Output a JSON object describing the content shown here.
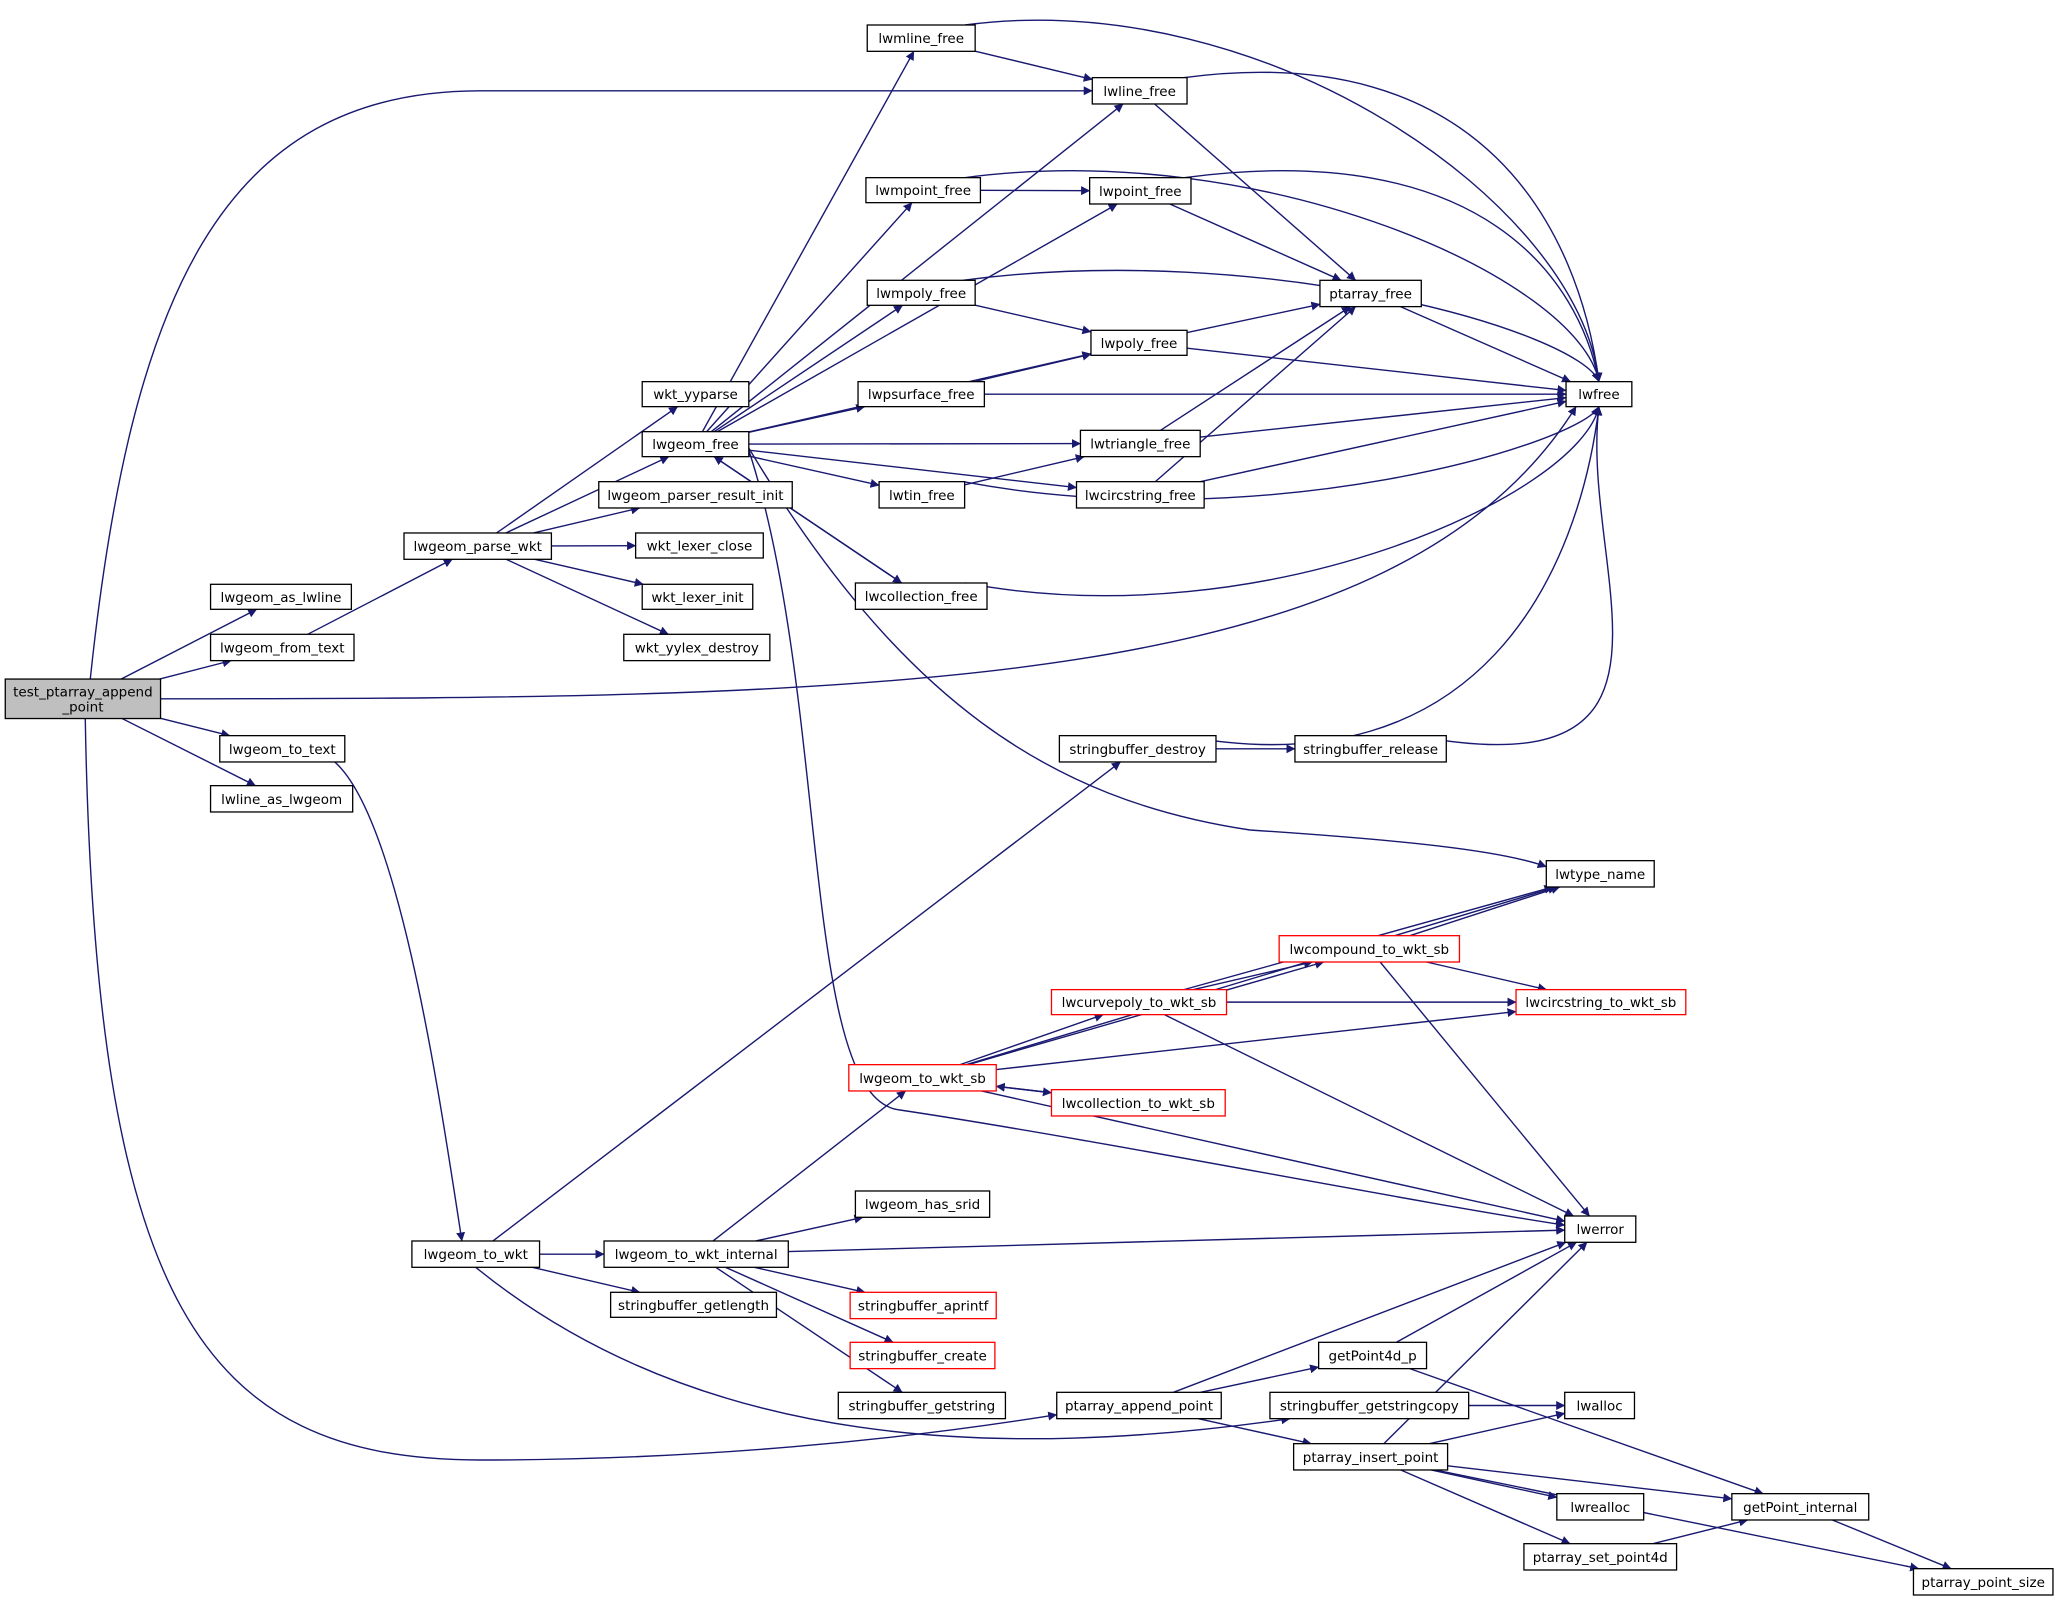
{
  "title": "Call graph for test_ptarray_append_point",
  "colors": {
    "edge": "#191970",
    "root_fill": "#bfbfbf",
    "node_border": "#000000",
    "external_border": "#ff0000"
  },
  "nodes": [
    {
      "id": "test_ptarray_append_point",
      "lines": [
        "test_ptarray_append",
        "_point"
      ],
      "kind": "root"
    },
    {
      "id": "lwgeom_as_lwline",
      "lines": [
        "lwgeom_as_lwline"
      ],
      "kind": "normal"
    },
    {
      "id": "lwgeom_from_text",
      "lines": [
        "lwgeom_from_text"
      ],
      "kind": "normal"
    },
    {
      "id": "lwgeom_to_text",
      "lines": [
        "lwgeom_to_text"
      ],
      "kind": "normal"
    },
    {
      "id": "lwline_as_lwgeom",
      "lines": [
        "lwline_as_lwgeom"
      ],
      "kind": "normal"
    },
    {
      "id": "lwgeom_parse_wkt",
      "lines": [
        "lwgeom_parse_wkt"
      ],
      "kind": "normal"
    },
    {
      "id": "wkt_yyparse",
      "lines": [
        "wkt_yyparse"
      ],
      "kind": "normal"
    },
    {
      "id": "lwgeom_free",
      "lines": [
        "lwgeom_free"
      ],
      "kind": "normal"
    },
    {
      "id": "lwgeom_parser_result_init",
      "lines": [
        "lwgeom_parser_result_init"
      ],
      "kind": "normal"
    },
    {
      "id": "wkt_lexer_close",
      "lines": [
        "wkt_lexer_close"
      ],
      "kind": "normal"
    },
    {
      "id": "wkt_lexer_init",
      "lines": [
        "wkt_lexer_init"
      ],
      "kind": "normal"
    },
    {
      "id": "wkt_yylex_destroy",
      "lines": [
        "wkt_yylex_destroy"
      ],
      "kind": "normal"
    },
    {
      "id": "lwmline_free",
      "lines": [
        "lwmline_free"
      ],
      "kind": "normal"
    },
    {
      "id": "lwline_free",
      "lines": [
        "lwline_free"
      ],
      "kind": "normal"
    },
    {
      "id": "lwmpoint_free",
      "lines": [
        "lwmpoint_free"
      ],
      "kind": "normal"
    },
    {
      "id": "lwpoint_free",
      "lines": [
        "lwpoint_free"
      ],
      "kind": "normal"
    },
    {
      "id": "lwmpoly_free",
      "lines": [
        "lwmpoly_free"
      ],
      "kind": "normal"
    },
    {
      "id": "lwpoly_free",
      "lines": [
        "lwpoly_free"
      ],
      "kind": "normal"
    },
    {
      "id": "lwpsurface_free",
      "lines": [
        "lwpsurface_free"
      ],
      "kind": "normal"
    },
    {
      "id": "lwtriangle_free",
      "lines": [
        "lwtriangle_free"
      ],
      "kind": "normal"
    },
    {
      "id": "lwtin_free",
      "lines": [
        "lwtin_free"
      ],
      "kind": "normal"
    },
    {
      "id": "lwcircstring_free",
      "lines": [
        "lwcircstring_free"
      ],
      "kind": "normal"
    },
    {
      "id": "lwcollection_free",
      "lines": [
        "lwcollection_free"
      ],
      "kind": "normal"
    },
    {
      "id": "ptarray_free",
      "lines": [
        "ptarray_free"
      ],
      "kind": "normal"
    },
    {
      "id": "lwfree",
      "lines": [
        "lwfree"
      ],
      "kind": "normal"
    },
    {
      "id": "stringbuffer_destroy",
      "lines": [
        "stringbuffer_destroy"
      ],
      "kind": "normal"
    },
    {
      "id": "stringbuffer_release",
      "lines": [
        "stringbuffer_release"
      ],
      "kind": "normal"
    },
    {
      "id": "lwtype_name",
      "lines": [
        "lwtype_name"
      ],
      "kind": "normal"
    },
    {
      "id": "lwcompound_to_wkt_sb",
      "lines": [
        "lwcompound_to_wkt_sb"
      ],
      "kind": "external"
    },
    {
      "id": "lwcurvepoly_to_wkt_sb",
      "lines": [
        "lwcurvepoly_to_wkt_sb"
      ],
      "kind": "external"
    },
    {
      "id": "lwcircstring_to_wkt_sb",
      "lines": [
        "lwcircstring_to_wkt_sb"
      ],
      "kind": "external"
    },
    {
      "id": "lwgeom_to_wkt_sb",
      "lines": [
        "lwgeom_to_wkt_sb"
      ],
      "kind": "external"
    },
    {
      "id": "lwcollection_to_wkt_sb",
      "lines": [
        "lwcollection_to_wkt_sb"
      ],
      "kind": "external"
    },
    {
      "id": "lwgeom_has_srid",
      "lines": [
        "lwgeom_has_srid"
      ],
      "kind": "normal"
    },
    {
      "id": "lwerror",
      "lines": [
        "lwerror"
      ],
      "kind": "normal"
    },
    {
      "id": "lwgeom_to_wkt",
      "lines": [
        "lwgeom_to_wkt"
      ],
      "kind": "normal"
    },
    {
      "id": "lwgeom_to_wkt_internal",
      "lines": [
        "lwgeom_to_wkt_internal"
      ],
      "kind": "normal"
    },
    {
      "id": "stringbuffer_getlength",
      "lines": [
        "stringbuffer_getlength"
      ],
      "kind": "normal"
    },
    {
      "id": "stringbuffer_aprintf",
      "lines": [
        "stringbuffer_aprintf"
      ],
      "kind": "external"
    },
    {
      "id": "stringbuffer_create",
      "lines": [
        "stringbuffer_create"
      ],
      "kind": "external"
    },
    {
      "id": "stringbuffer_getstring",
      "lines": [
        "stringbuffer_getstring"
      ],
      "kind": "normal"
    },
    {
      "id": "ptarray_append_point",
      "lines": [
        "ptarray_append_point"
      ],
      "kind": "normal"
    },
    {
      "id": "getPoint4d_p",
      "lines": [
        "getPoint4d_p"
      ],
      "kind": "normal"
    },
    {
      "id": "stringbuffer_getstringcopy",
      "lines": [
        "stringbuffer_getstringcopy"
      ],
      "kind": "normal"
    },
    {
      "id": "lwalloc",
      "lines": [
        "lwalloc"
      ],
      "kind": "normal"
    },
    {
      "id": "ptarray_insert_point",
      "lines": [
        "ptarray_insert_point"
      ],
      "kind": "normal"
    },
    {
      "id": "lwrealloc",
      "lines": [
        "lwrealloc"
      ],
      "kind": "normal"
    },
    {
      "id": "getPoint_internal",
      "lines": [
        "getPoint_internal"
      ],
      "kind": "normal"
    },
    {
      "id": "ptarray_set_point4d",
      "lines": [
        "ptarray_set_point4d"
      ],
      "kind": "normal"
    },
    {
      "id": "ptarray_point_size",
      "lines": [
        "ptarray_point_size"
      ],
      "kind": "normal"
    }
  ],
  "edges": [
    [
      "test_ptarray_append_point",
      "lwline_free"
    ],
    [
      "test_ptarray_append_point",
      "lwgeom_as_lwline"
    ],
    [
      "test_ptarray_append_point",
      "lwgeom_from_text"
    ],
    [
      "test_ptarray_append_point",
      "lwfree"
    ],
    [
      "test_ptarray_append_point",
      "lwgeom_to_text"
    ],
    [
      "test_ptarray_append_point",
      "lwline_as_lwgeom"
    ],
    [
      "test_ptarray_append_point",
      "ptarray_append_point"
    ],
    [
      "lwgeom_from_text",
      "lwgeom_parse_wkt"
    ],
    [
      "lwgeom_parse_wkt",
      "wkt_yyparse"
    ],
    [
      "lwgeom_parse_wkt",
      "lwgeom_free"
    ],
    [
      "lwgeom_parse_wkt",
      "lwgeom_parser_result_init"
    ],
    [
      "lwgeom_parse_wkt",
      "wkt_lexer_close"
    ],
    [
      "lwgeom_parse_wkt",
      "wkt_lexer_init"
    ],
    [
      "lwgeom_parse_wkt",
      "wkt_yylex_destroy"
    ],
    [
      "lwgeom_free",
      "lwmline_free"
    ],
    [
      "lwgeom_free",
      "lwline_free"
    ],
    [
      "lwgeom_free",
      "lwmpoint_free"
    ],
    [
      "lwgeom_free",
      "lwpoint_free"
    ],
    [
      "lwgeom_free",
      "lwmpoly_free"
    ],
    [
      "lwgeom_free",
      "lwpoly_free"
    ],
    [
      "lwgeom_free",
      "lwpsurface_free"
    ],
    [
      "lwgeom_free",
      "lwtriangle_free"
    ],
    [
      "lwgeom_free",
      "lwtin_free"
    ],
    [
      "lwgeom_free",
      "lwcircstring_free"
    ],
    [
      "lwgeom_free",
      "lwcollection_free"
    ],
    [
      "lwgeom_free",
      "lwtype_name"
    ],
    [
      "lwgeom_free",
      "lwerror"
    ],
    [
      "lwcollection_free",
      "lwgeom_free"
    ],
    [
      "lwcollection_free",
      "lwfree"
    ],
    [
      "lwmline_free",
      "lwline_free"
    ],
    [
      "lwmline_free",
      "lwfree"
    ],
    [
      "lwline_free",
      "ptarray_free"
    ],
    [
      "lwline_free",
      "lwfree"
    ],
    [
      "lwmpoint_free",
      "lwpoint_free"
    ],
    [
      "lwmpoint_free",
      "lwfree"
    ],
    [
      "lwpoint_free",
      "ptarray_free"
    ],
    [
      "lwpoint_free",
      "lwfree"
    ],
    [
      "lwmpoly_free",
      "lwpoly_free"
    ],
    [
      "lwmpoly_free",
      "lwfree"
    ],
    [
      "lwpoly_free",
      "ptarray_free"
    ],
    [
      "lwpoly_free",
      "lwfree"
    ],
    [
      "lwpsurface_free",
      "lwpoly_free"
    ],
    [
      "lwpsurface_free",
      "lwfree"
    ],
    [
      "lwtriangle_free",
      "ptarray_free"
    ],
    [
      "lwtriangle_free",
      "lwfree"
    ],
    [
      "lwtin_free",
      "lwtriangle_free"
    ],
    [
      "lwtin_free",
      "lwfree"
    ],
    [
      "lwcircstring_free",
      "ptarray_free"
    ],
    [
      "lwcircstring_free",
      "lwfree"
    ],
    [
      "ptarray_free",
      "lwfree"
    ],
    [
      "lwgeom_to_text",
      "lwgeom_to_wkt"
    ],
    [
      "lwgeom_to_wkt",
      "stringbuffer_destroy"
    ],
    [
      "lwgeom_to_wkt",
      "lwgeom_to_wkt_internal"
    ],
    [
      "lwgeom_to_wkt",
      "stringbuffer_getlength"
    ],
    [
      "lwgeom_to_wkt",
      "stringbuffer_getstringcopy"
    ],
    [
      "stringbuffer_destroy",
      "stringbuffer_release"
    ],
    [
      "stringbuffer_destroy",
      "lwfree"
    ],
    [
      "stringbuffer_release",
      "lwfree"
    ],
    [
      "lwgeom_to_wkt_internal",
      "lwgeom_to_wkt_sb"
    ],
    [
      "lwgeom_to_wkt_internal",
      "lwgeom_has_srid"
    ],
    [
      "lwgeom_to_wkt_internal",
      "lwerror"
    ],
    [
      "lwgeom_to_wkt_internal",
      "stringbuffer_aprintf"
    ],
    [
      "lwgeom_to_wkt_internal",
      "stringbuffer_create"
    ],
    [
      "lwgeom_to_wkt_internal",
      "stringbuffer_getstring"
    ],
    [
      "lwgeom_to_wkt_sb",
      "lwtype_name"
    ],
    [
      "lwgeom_to_wkt_sb",
      "lwcompound_to_wkt_sb"
    ],
    [
      "lwgeom_to_wkt_sb",
      "lwcurvepoly_to_wkt_sb"
    ],
    [
      "lwgeom_to_wkt_sb",
      "lwcircstring_to_wkt_sb"
    ],
    [
      "lwgeom_to_wkt_sb",
      "lwcollection_to_wkt_sb"
    ],
    [
      "lwgeom_to_wkt_sb",
      "lwerror"
    ],
    [
      "lwcollection_to_wkt_sb",
      "lwgeom_to_wkt_sb"
    ],
    [
      "lwcurvepoly_to_wkt_sb",
      "lwtype_name"
    ],
    [
      "lwcurvepoly_to_wkt_sb",
      "lwcompound_to_wkt_sb"
    ],
    [
      "lwcurvepoly_to_wkt_sb",
      "lwcircstring_to_wkt_sb"
    ],
    [
      "lwcurvepoly_to_wkt_sb",
      "lwerror"
    ],
    [
      "lwcompound_to_wkt_sb",
      "lwtype_name"
    ],
    [
      "lwcompound_to_wkt_sb",
      "lwcircstring_to_wkt_sb"
    ],
    [
      "lwcompound_to_wkt_sb",
      "lwerror"
    ],
    [
      "stringbuffer_getstringcopy",
      "lwalloc"
    ],
    [
      "ptarray_append_point",
      "lwerror"
    ],
    [
      "ptarray_append_point",
      "getPoint4d_p"
    ],
    [
      "ptarray_append_point",
      "ptarray_insert_point"
    ],
    [
      "getPoint4d_p",
      "lwerror"
    ],
    [
      "getPoint4d_p",
      "getPoint_internal"
    ],
    [
      "ptarray_insert_point",
      "lwerror"
    ],
    [
      "ptarray_insert_point",
      "lwalloc"
    ],
    [
      "ptarray_insert_point",
      "getPoint_internal"
    ],
    [
      "ptarray_insert_point",
      "lwrealloc"
    ],
    [
      "ptarray_insert_point",
      "ptarray_set_point4d"
    ],
    [
      "ptarray_insert_point",
      "ptarray_point_size"
    ],
    [
      "ptarray_set_point4d",
      "getPoint_internal"
    ],
    [
      "getPoint_internal",
      "ptarray_point_size"
    ]
  ]
}
